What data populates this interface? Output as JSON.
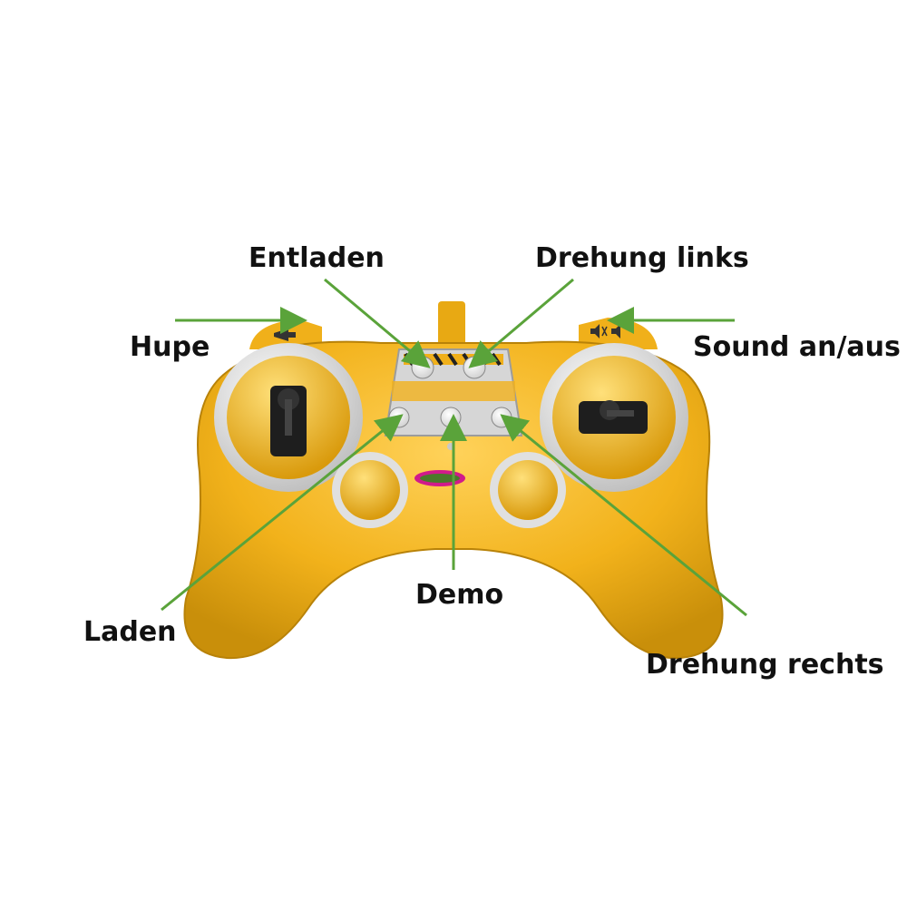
{
  "labels": {
    "entladen": "Entladen",
    "drehung_links": "Drehung links",
    "hupe": "Hupe",
    "sound": "Sound an/aus",
    "demo": "Demo",
    "laden": "Laden",
    "drehung_rechts": "Drehung rechts"
  },
  "colors": {
    "body": "#f2b21b",
    "body_dark": "#c98f0a",
    "ring": "#d9d9d9",
    "arrow": "#5aa33a",
    "button": "#eeeeee",
    "stick": "#222222"
  },
  "icons": {
    "horn": "horn-icon",
    "speaker": "speaker-mute-icon"
  }
}
